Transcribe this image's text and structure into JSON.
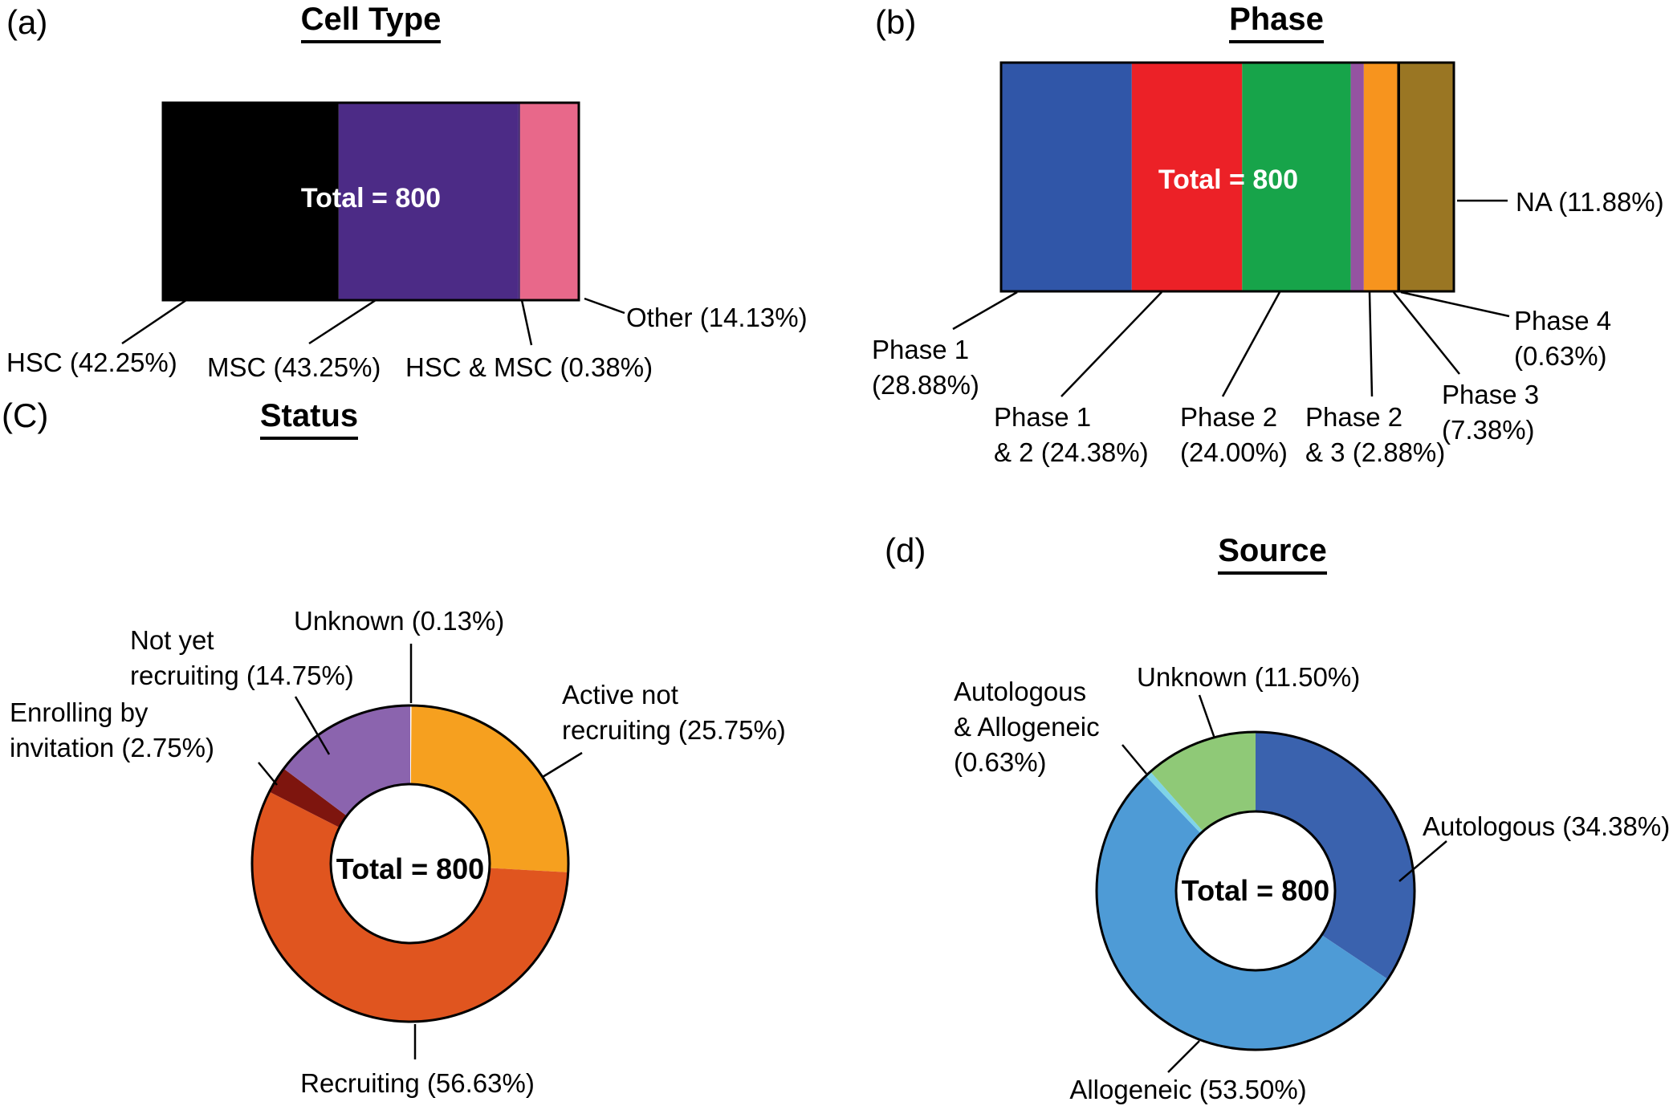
{
  "figure": {
    "background": "#ffffff",
    "text_color": "#000000",
    "leader_line_color": "#000000",
    "outline_color": "#000000"
  },
  "chart_data": [
    {
      "id": "cell_type",
      "panel_tag": "(a)",
      "type": "stacked_bar",
      "title": "Cell Type",
      "total": 800,
      "total_label": "Total = 800",
      "slices": [
        {
          "name": "HSC",
          "pct": 42.25,
          "color": "#000000",
          "label_lines": [
            "HSC (42.25%)"
          ]
        },
        {
          "name": "MSC",
          "pct": 43.25,
          "color": "#4C2B86",
          "label_lines": [
            "MSC (43.25%)"
          ]
        },
        {
          "name": "HSC & MSC",
          "pct": 0.38,
          "color": "#3A2166",
          "label_lines": [
            "HSC & MSC (0.38%)"
          ]
        },
        {
          "name": "Other",
          "pct": 14.13,
          "color": "#E8688A",
          "label_lines": [
            "Other (14.13%)"
          ]
        }
      ]
    },
    {
      "id": "phase",
      "panel_tag": "(b)",
      "type": "stacked_bar",
      "title": "Phase",
      "total": 800,
      "total_label": "Total = 800",
      "slices": [
        {
          "name": "Phase 1",
          "pct": 28.88,
          "color": "#3056A8",
          "label_lines": [
            "Phase 1",
            "(28.88%)"
          ]
        },
        {
          "name": "Phase 1 & 2",
          "pct": 24.38,
          "color": "#EC2127",
          "label_lines": [
            "Phase 1",
            "& 2 (24.38%)"
          ]
        },
        {
          "name": "Phase 2",
          "pct": 24.0,
          "color": "#17A44A",
          "label_lines": [
            "Phase 2",
            "(24.00%)"
          ]
        },
        {
          "name": "Phase 2 & 3",
          "pct": 2.88,
          "color": "#9553A1",
          "label_lines": [
            "Phase 2",
            "& 3 (2.88%)"
          ]
        },
        {
          "name": "Phase 3",
          "pct": 7.38,
          "color": "#F7941E",
          "label_lines": [
            "Phase 3",
            "(7.38%)"
          ]
        },
        {
          "name": "Phase 4",
          "pct": 0.63,
          "color": "#000000",
          "label_lines": [
            "Phase 4",
            "(0.63%)"
          ]
        },
        {
          "name": "NA",
          "pct": 11.88,
          "color": "#9A7623",
          "label_lines": [
            "NA (11.88%)"
          ]
        }
      ]
    },
    {
      "id": "status",
      "panel_tag": "(C)",
      "type": "donut",
      "title": "Status",
      "total": 800,
      "total_label": "Total = 800",
      "slices": [
        {
          "name": "Unknown",
          "pct": 0.13,
          "color": "#FFFFFF",
          "label_lines": [
            "Unknown (0.13%)"
          ]
        },
        {
          "name": "Active not recruiting",
          "pct": 25.75,
          "color": "#F6A01F",
          "label_lines": [
            "Active not",
            "recruiting (25.75%)"
          ]
        },
        {
          "name": "Recruiting",
          "pct": 56.63,
          "color": "#E0551F",
          "label_lines": [
            "Recruiting (56.63%)"
          ]
        },
        {
          "name": "Enrolling by invitation",
          "pct": 2.75,
          "color": "#7E150E",
          "label_lines": [
            "Enrolling by",
            "invitation (2.75%)"
          ]
        },
        {
          "name": "Not yet recruiting",
          "pct": 14.75,
          "color": "#8B64AE",
          "label_lines": [
            "Not yet",
            "recruiting (14.75%)"
          ]
        }
      ]
    },
    {
      "id": "source",
      "panel_tag": "(d)",
      "type": "donut",
      "title": "Source",
      "total": 800,
      "total_label": "Total = 800",
      "slices": [
        {
          "name": "Autologous",
          "pct": 34.38,
          "color": "#3A62AE",
          "label_lines": [
            "Autologous (34.38%)"
          ]
        },
        {
          "name": "Allogeneic",
          "pct": 53.5,
          "color": "#4E9BD6",
          "label_lines": [
            "Allogeneic (53.50%)"
          ]
        },
        {
          "name": "Autologous & Allogeneic",
          "pct": 0.63,
          "color": "#7FD4E8",
          "label_lines": [
            "Autologous",
            "& Allogeneic",
            "(0.63%)"
          ]
        },
        {
          "name": "Unknown",
          "pct": 11.5,
          "color": "#8FC977",
          "label_lines": [
            "Unknown (11.50%)"
          ]
        }
      ]
    }
  ]
}
